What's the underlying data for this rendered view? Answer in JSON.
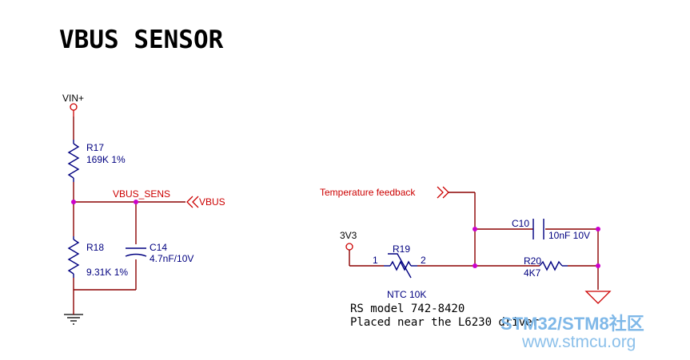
{
  "title": "VBUS SENSOR",
  "power": {
    "vin": "VIN+",
    "v33": "3V3"
  },
  "nets": {
    "vbus_sens": "VBUS_SENS",
    "vbus": "VBUS",
    "temp_feedback": "Temperature feedback"
  },
  "components": {
    "r17": {
      "ref": "R17",
      "value": "169K 1%"
    },
    "r18": {
      "ref": "R18",
      "value": "9.31K 1%"
    },
    "c14": {
      "ref": "C14",
      "value": "4.7nF/10V"
    },
    "r19": {
      "ref": "R19",
      "value": "NTC 10K",
      "pin1": "1",
      "pin2": "2"
    },
    "c10": {
      "ref": "C10",
      "value": "10nF 10V"
    },
    "r20": {
      "ref": "R20",
      "value": "4K7"
    }
  },
  "notes": [
    "RS model 742-8420",
    "Placed near the L6230 driver"
  ],
  "watermark": {
    "line1": "STM32/STM8社区",
    "line2": "www.stmcu.org"
  },
  "colors": {
    "wire": "#8b0000",
    "part": "#000080",
    "net_label": "#cc0000",
    "junction": "#cc00cc"
  }
}
